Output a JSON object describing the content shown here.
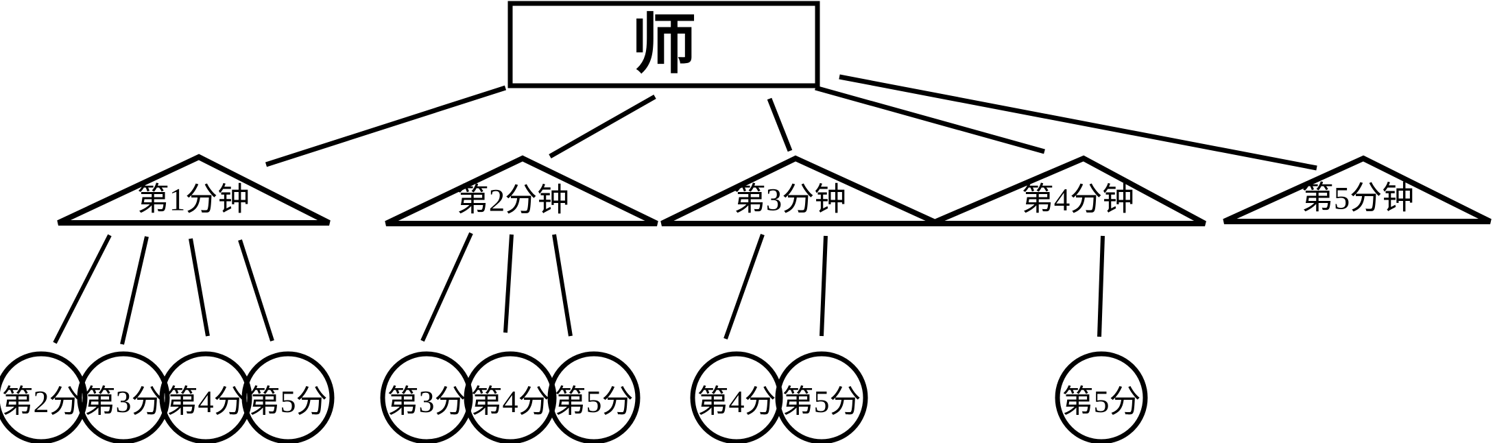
{
  "diagram": {
    "root": {
      "label": "师"
    },
    "minutes": [
      {
        "label": "第1分钟",
        "scores": [
          {
            "label": "第2分"
          },
          {
            "label": "第3分"
          },
          {
            "label": "第4分"
          },
          {
            "label": "第5分"
          }
        ]
      },
      {
        "label": "第2分钟",
        "scores": [
          {
            "label": "第3分"
          },
          {
            "label": "第4分"
          },
          {
            "label": "第5分"
          }
        ]
      },
      {
        "label": "第3分钟",
        "scores": [
          {
            "label": "第4分"
          },
          {
            "label": "第5分"
          }
        ]
      },
      {
        "label": "第4分钟",
        "scores": [
          {
            "label": "第5分"
          }
        ]
      },
      {
        "label": "第5分钟",
        "scores": []
      }
    ],
    "colors": {
      "stroke": "#000000",
      "background": "#ffffff",
      "text": "#000000"
    }
  }
}
